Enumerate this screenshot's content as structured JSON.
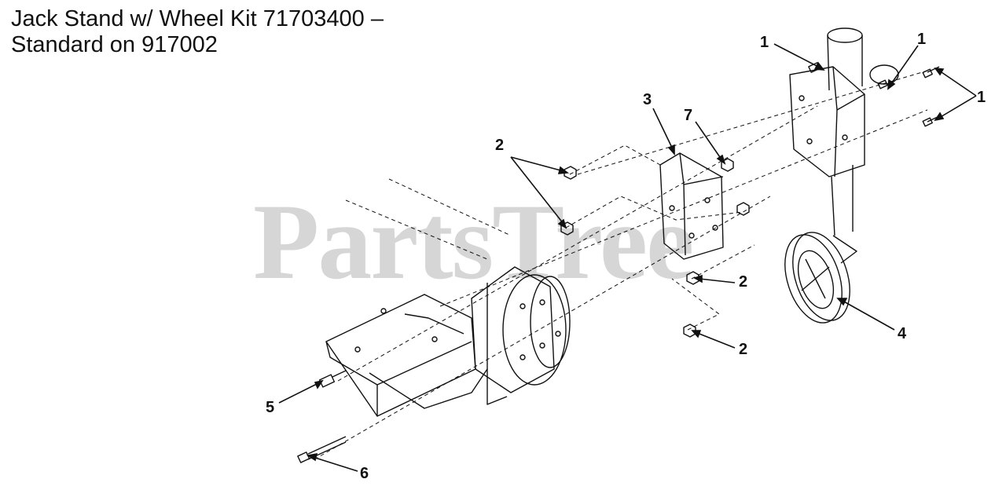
{
  "title": {
    "line1": "Jack Stand w/ Wheel Kit 71703400 –",
    "line2": "Standard on 917002"
  },
  "watermark": "PartsTree",
  "callouts": [
    "1",
    "1",
    "1",
    "2",
    "2",
    "2",
    "3",
    "4",
    "5",
    "6",
    "7"
  ]
}
